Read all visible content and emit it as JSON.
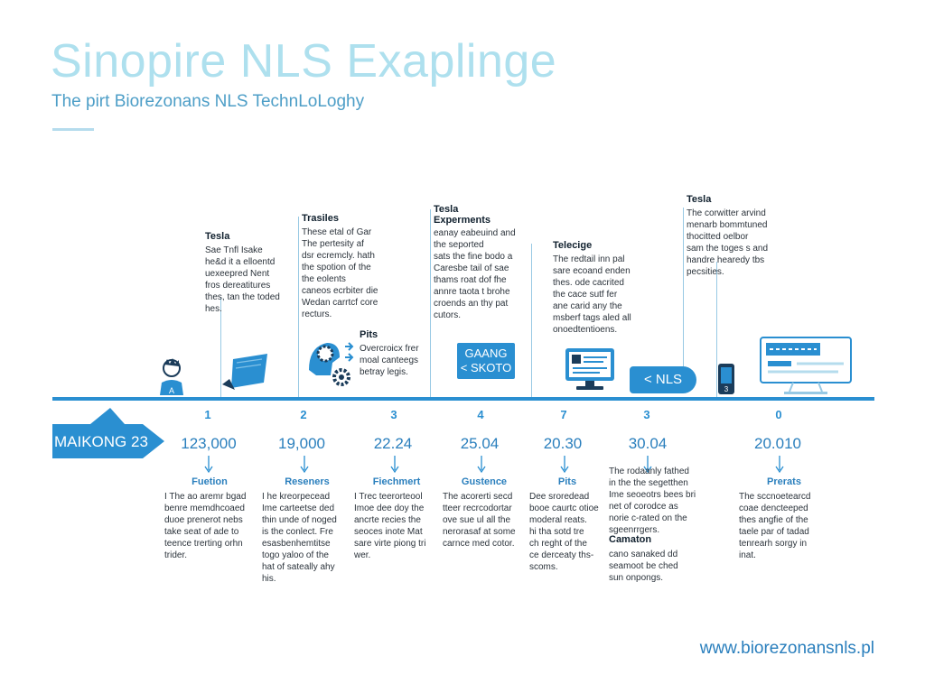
{
  "header": {
    "title": "Sinopire NLS Exaplinge",
    "subtitle": "The  pirt Biorezonans NLS TechnLoLoghy"
  },
  "banner": {
    "label": "MAIKONG 23"
  },
  "milestones": [
    {
      "num": "1",
      "value": "123,000"
    },
    {
      "num": "2",
      "value": "19,000"
    },
    {
      "num": "3",
      "value": "22.24"
    },
    {
      "num": "4",
      "value": "25.04"
    },
    {
      "num": "7",
      "value": "20.30"
    },
    {
      "num": "3",
      "value": "30.04"
    },
    {
      "num": "0",
      "value": "20.010"
    }
  ],
  "top_notes": [
    {
      "title": "Tesla",
      "body": "Sae Tnfl Isake\nhe&d it a elloentd\nuexeepred Nent\nfros dereatitures\nthes, tan the toded\nhes."
    },
    {
      "title": "Trasiles",
      "body": "These etal of Gar\nThe pertesity af\ndsr ecremcly. hath\nthe spotion of the\nthe eolents\ncaneos ecrbiter die\nWedan carrtcf core\nrecturs."
    },
    {
      "title": "Pits",
      "body": "Overcroicx frer\nmoal canteegs\nbetray legis."
    },
    {
      "title": "Tesla\nExperments",
      "body": "eanay eabeuind and\nthe seported\nsats the fine bodo a\nCaresbe tail of sae\nthams roat dof fhe\nannre taota t brohe\ncroends an thy pat\ncutors."
    },
    {
      "title": "Telecige",
      "body": "The redtail inn pal\nsare ecoand enden\nthes. ode cacrited\nthe cace sutf fer\nane carid any the\nmsberf tags aled all\nonoedtentioens."
    },
    {
      "title": "Tesla",
      "body": "The corwitter arvind\nmenarb bommtuned\nthocitted oelbor\nsam the toges s and\nhandre hearedy tbs\npecsities."
    }
  ],
  "icons": {
    "screen_box": [
      "GAANG",
      "< SKOTO"
    ],
    "nls_tag": "< NLS"
  },
  "bottom_notes": [
    {
      "title": "Fuetion",
      "body": "I The ao aremr bgad\nbenre memdhcoaed\nduoe prenerot nebs\ntake seat of ade to\nteence trerting orhn\ntrider."
    },
    {
      "title": "Reseners",
      "body": "I he kreorpecead\nIme carteetse ded\nthin unde of noged\nis the conlect. Fre\nesasbenhemtitse\ntogo yaloo of the\nhat of sateally ahy\nhis."
    },
    {
      "title": "Fiechmert",
      "body": "I Trec teerorteool\nImoe dee doy the\nancrte recies the\nseoces inote Mat\nsare virte piong tri\nwer."
    },
    {
      "title": "Gustence",
      "body": "The acorerti secd\ntteer recrcodortar\nove sue ul all the\nnerorasaf at some\ncarnce med cotor."
    },
    {
      "title": "Pits",
      "body": "Dee sroredead\nbooe caurtc otioe\nmoderal reats.\nhi tha sotd tre\nch reght of the\nce derceaty ths-\nscoms."
    },
    {
      "title": "",
      "body": "The rodaanly fathed\nin the the segetthen\nIme seoeotrs bees bri\nnet of corodce as\nnorie c-rated on the\nsgeenrrgers."
    },
    {
      "title": "Prerats",
      "body": "The sccnoetearcd\ncoae dencteeped\nthes angfie of the\ntaele par of tadad\ntenrearh sorgy in\ninat."
    }
  ],
  "extra_note": {
    "title": "Camaton",
    "body": "cano sanaked dd\nseamoot be ched\nsun onpongs."
  },
  "footer": {
    "url": "www.biorezonansnls.pl"
  },
  "colors": {
    "accent": "#2a8fd1",
    "title": "#aee0ee",
    "subtitle": "#4d9ec7"
  }
}
